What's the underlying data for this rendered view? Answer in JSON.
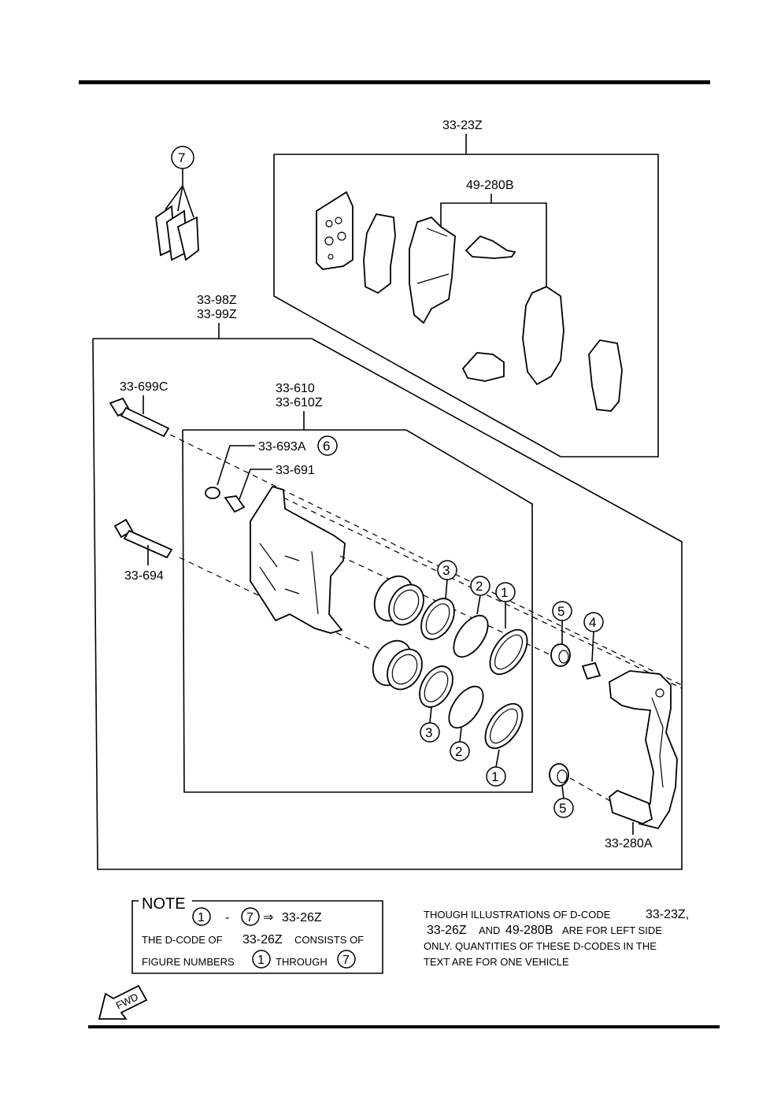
{
  "labels": {
    "pad_kit": "33-23Z",
    "shim_kit": "49-280B",
    "caliper_assy_1": "33-98Z",
    "caliper_assy_2": "33-99Z",
    "guide_pin_upper": "33-699C",
    "caliper_body_1": "33-610",
    "caliper_body_2": "33-610Z",
    "bleeder_cap": "33-693A",
    "bleeder_screw": "33-691",
    "guide_pin_lower": "33-694",
    "mounting_bracket": "33-280A"
  },
  "callouts": {
    "c1": "1",
    "c2": "2",
    "c3": "3",
    "c4": "4",
    "c5": "5",
    "c6": "6",
    "c7": "7"
  },
  "note": {
    "title": "NOTE",
    "range_from": "1",
    "range_dash": "-",
    "range_to": "7",
    "arrow": "⇒",
    "kit_code": "33-26Z",
    "line2_prefix": "THE D-CODE OF",
    "line2_code": "33-26Z",
    "line2_suffix": "CONSISTS OF",
    "line3_prefix": "FIGURE NUMBERS",
    "line3_from": "1",
    "line3_mid": "THROUGH",
    "line3_to": "7"
  },
  "remark": {
    "line1_prefix": "THOUGH ILLUSTRATIONS OF D-CODE",
    "line1_code": "33-23Z,",
    "line2_code1": "33-26Z",
    "line2_and": "AND",
    "line2_code2": "49-280B",
    "line2_suffix": "ARE FOR LEFT SIDE",
    "line3": "ONLY. QUANTITIES OF THESE D-CODES IN THE",
    "line4": "TEXT ARE FOR ONE VEHICLE"
  },
  "fwd_arrow": "FWD"
}
